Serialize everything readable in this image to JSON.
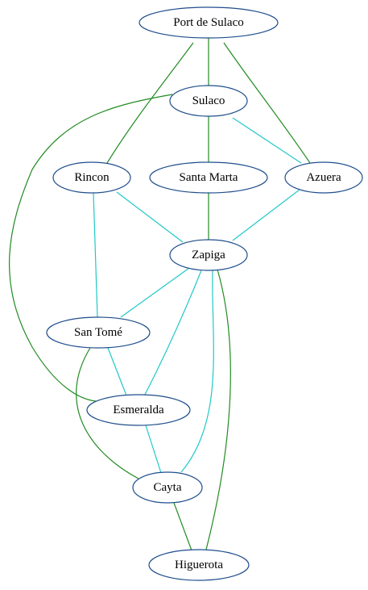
{
  "colors": {
    "node_border": "#1f4e8c",
    "edge_green": "#228b22",
    "edge_cyan": "#20c8c8"
  },
  "graph": {
    "nodes": [
      {
        "id": "port",
        "label": "Port de Sulaco"
      },
      {
        "id": "sulaco",
        "label": "Sulaco"
      },
      {
        "id": "rincon",
        "label": "Rincon"
      },
      {
        "id": "santamarta",
        "label": "Santa Marta"
      },
      {
        "id": "azuera",
        "label": "Azuera"
      },
      {
        "id": "zapiga",
        "label": "Zapiga"
      },
      {
        "id": "santome",
        "label": "San Tomé"
      },
      {
        "id": "esmeralda",
        "label": "Esmeralda"
      },
      {
        "id": "cayta",
        "label": "Cayta"
      },
      {
        "id": "higuerota",
        "label": "Higuerota"
      }
    ],
    "edges": [
      {
        "id": "port-sulaco",
        "from": "port",
        "to": "sulaco",
        "color": "green"
      },
      {
        "id": "port-rincon",
        "from": "port",
        "to": "rincon",
        "color": "green"
      },
      {
        "id": "port-azuera",
        "from": "port",
        "to": "azuera",
        "color": "green"
      },
      {
        "id": "sulaco-santamarta",
        "from": "sulaco",
        "to": "santamarta",
        "color": "green"
      },
      {
        "id": "sulaco-azuera",
        "from": "sulaco",
        "to": "azuera",
        "color": "cyan"
      },
      {
        "id": "sulaco-esmeralda",
        "from": "sulaco",
        "to": "esmeralda",
        "color": "green"
      },
      {
        "id": "rincon-zapiga",
        "from": "rincon",
        "to": "zapiga",
        "color": "cyan"
      },
      {
        "id": "rincon-santome",
        "from": "rincon",
        "to": "santome",
        "color": "cyan"
      },
      {
        "id": "santamarta-zapiga",
        "from": "santamarta",
        "to": "zapiga",
        "color": "green"
      },
      {
        "id": "azuera-zapiga",
        "from": "azuera",
        "to": "zapiga",
        "color": "cyan"
      },
      {
        "id": "zapiga-santome",
        "from": "zapiga",
        "to": "santome",
        "color": "cyan"
      },
      {
        "id": "zapiga-esmeralda",
        "from": "zapiga",
        "to": "esmeralda",
        "color": "cyan"
      },
      {
        "id": "zapiga-cayta",
        "from": "zapiga",
        "to": "cayta",
        "color": "cyan"
      },
      {
        "id": "zapiga-higuerota",
        "from": "zapiga",
        "to": "higuerota",
        "color": "green"
      },
      {
        "id": "santome-esmeralda",
        "from": "santome",
        "to": "esmeralda",
        "color": "cyan"
      },
      {
        "id": "santome-cayta",
        "from": "santome",
        "to": "cayta",
        "color": "green"
      },
      {
        "id": "esmeralda-cayta",
        "from": "esmeralda",
        "to": "cayta",
        "color": "cyan"
      },
      {
        "id": "cayta-higuerota",
        "from": "cayta",
        "to": "higuerota",
        "color": "green"
      }
    ]
  }
}
